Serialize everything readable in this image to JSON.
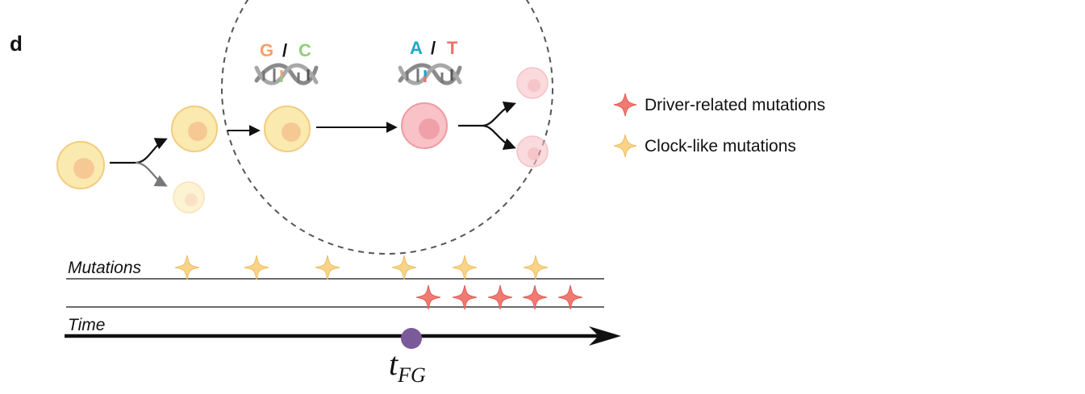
{
  "panel_label": "d",
  "base_pairs": [
    {
      "left": "G",
      "sep": "/",
      "right": "C",
      "left_color": "#f4a06b",
      "right_color": "#8fcf7a"
    },
    {
      "left": "A",
      "sep": "/",
      "right": "T",
      "left_color": "#19a9c4",
      "right_color": "#ef6f6a"
    }
  ],
  "legend": {
    "items": [
      {
        "label": "Driver-related mutations",
        "icon": "driver-star-icon",
        "color": "#f07a72"
      },
      {
        "label": "Clock-like mutations",
        "icon": "clock-star-icon",
        "color": "#f8d489"
      }
    ]
  },
  "timeline": {
    "mutations_label": "Mutations",
    "time_label": "Time",
    "tfg_main": "t",
    "tfg_sub": "FG",
    "clock_star_count": 6,
    "driver_star_count": 5,
    "marker_color": "#7b5a9a"
  },
  "colors": {
    "cell_yellow": "#fbeab0",
    "cell_yellow_border": "#f2cc7e",
    "nucleus_yellow": "#f6c994",
    "cell_red": "#f8c2c6",
    "cell_red_border": "#ef9aa2",
    "nucleus_red": "#f0a0a8",
    "clock_star": "#f8d489",
    "clock_star_stroke": "#eebd5e",
    "driver_star": "#f07a72",
    "driver_star_stroke": "#e15d57"
  }
}
